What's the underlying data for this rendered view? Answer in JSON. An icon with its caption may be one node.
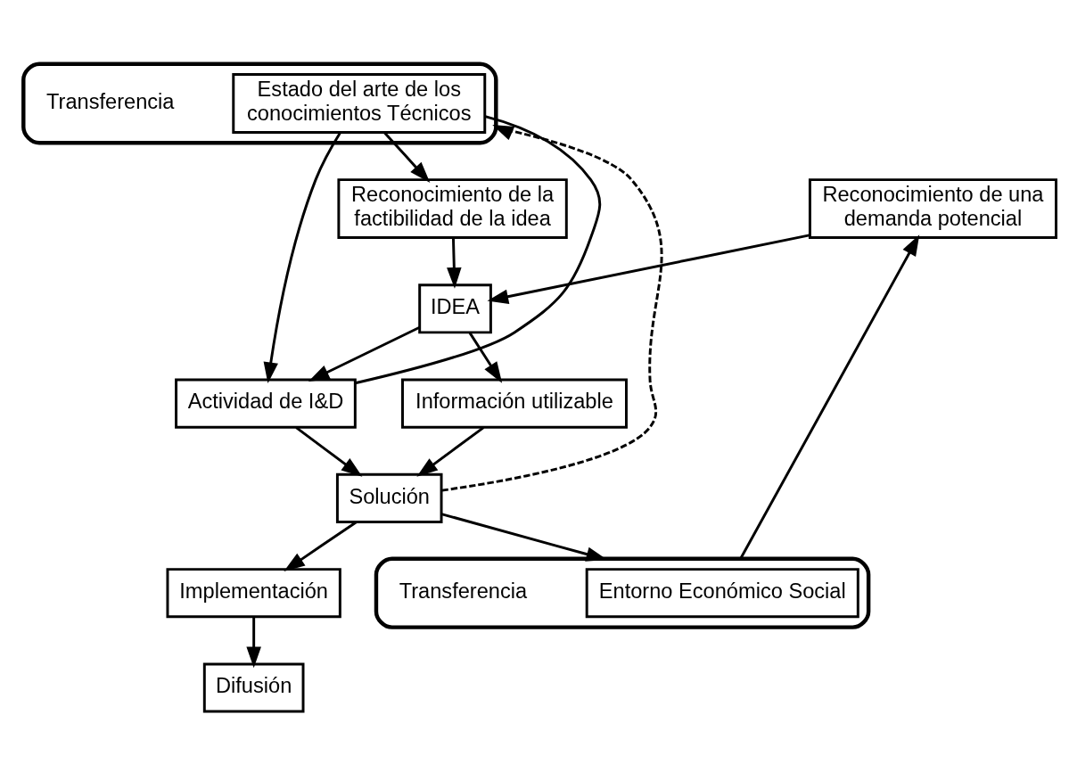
{
  "diagram": {
    "nodes": [
      {
        "text": [],
        "shape": "arrow",
        "beside": [
          "Transferencia"
        ]
      },
      {
        "text": [
          "Estado del arte de los conocimientos Técnicos"
        ],
        "in": 0
      },
      {
        "text": [
          "Reconocimiento de la factibilidad de la idea"
        ]
      },
      {
        "text": [
          "Actividad de I&D"
        ]
      },
      {
        "text": [
          "IDEA"
        ]
      },
      {
        "text": [
          "Solución"
        ]
      },
      {
        "text": [
          "Implementación"
        ]
      },
      {
        "text": [
          "Difusión"
        ]
      },
      {
        "text": [
          "Reconocimiento de una demanda potencial"
        ]
      },
      {
        "text": [
          "Información utilizable"
        ]
      },
      {
        "text": [],
        "shape": "arrow",
        "beside": [
          "Transferencia"
        ]
      },
      {
        "text": [
          "Entorno Económico Social"
        ],
        "in": 10
      }
    ],
    "edges": [
      {
        "from": 1,
        "to": 2,
        "arrow": "to"
      },
      {
        "from": 2,
        "to": 4,
        "arrow": "to"
      },
      {
        "from": 8,
        "to": 4,
        "arrow": "to"
      },
      {
        "from": 10,
        "to": 8,
        "arrow": "to"
      },
      {
        "from": 4,
        "to": 3,
        "arrow": "to"
      },
      {
        "from": 4,
        "to": 9,
        "arrow": "to"
      },
      {
        "from": 3,
        "to": 1,
        "arrow": "none"
      },
      {
        "from": 1,
        "to": 3,
        "arrow": "to"
      },
      {
        "from": 3,
        "to": 5,
        "arrow": "to"
      },
      {
        "from": 9,
        "to": 5,
        "arrow": "to"
      },
      {
        "from": 5,
        "to": 6,
        "arrow": "to"
      },
      {
        "from": 6,
        "to": 7,
        "arrow": "to"
      },
      {
        "from": 5,
        "to": 0,
        "arrow": "to",
        "style": "dashed"
      },
      {
        "from": 5,
        "to": 10,
        "arrow": "to"
      }
    ]
  }
}
